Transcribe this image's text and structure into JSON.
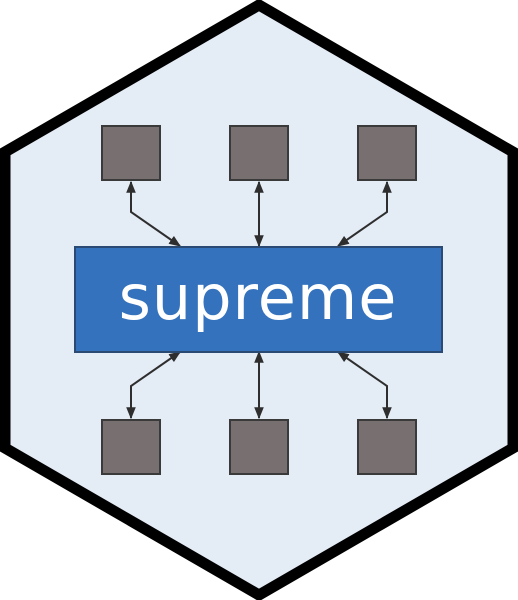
{
  "logo": {
    "wordmark": "supreme",
    "colors": {
      "hex_border": "#000000",
      "hex_fill": "#e4ecf5",
      "center_box": "#3472bd",
      "center_box_border": "#2b4a73",
      "node_fill": "#787070",
      "node_border": "#3a3a3a",
      "connector": "#2e2e2e",
      "wordmark": "#ffffff"
    },
    "top_nodes": [
      "node",
      "node",
      "node"
    ],
    "bottom_nodes": [
      "node",
      "node",
      "node"
    ]
  }
}
